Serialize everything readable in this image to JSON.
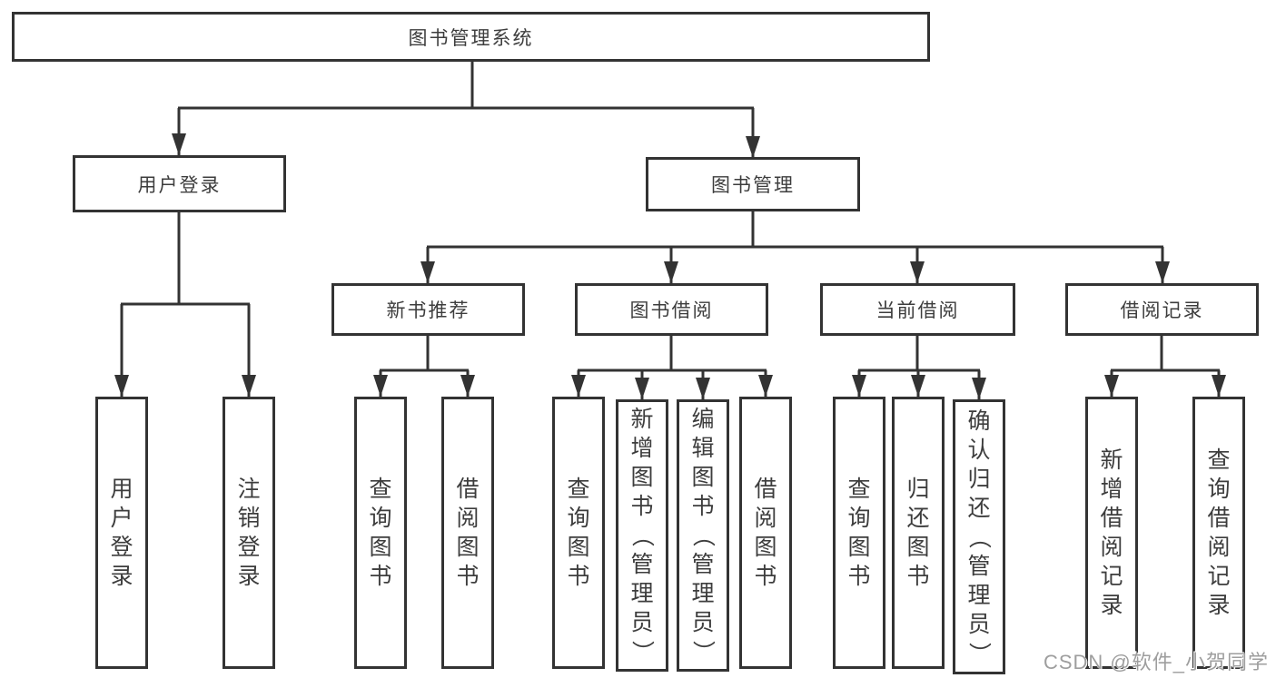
{
  "tree": {
    "label": "图书管理系统",
    "children": [
      {
        "label": "用户登录",
        "children": [
          {
            "label": "用户登录"
          },
          {
            "label": "注销登录"
          }
        ]
      },
      {
        "label": "图书管理",
        "children": [
          {
            "label": "新书推荐",
            "children": [
              {
                "label": "查询图书"
              },
              {
                "label": "借阅图书"
              }
            ]
          },
          {
            "label": "图书借阅",
            "children": [
              {
                "label": "查询图书"
              },
              {
                "label": "新增图书（管理员）"
              },
              {
                "label": "编辑图书（管理员）"
              },
              {
                "label": "借阅图书"
              }
            ]
          },
          {
            "label": "当前借阅",
            "children": [
              {
                "label": "查询图书"
              },
              {
                "label": "归还图书"
              },
              {
                "label": "确认归还（管理员）"
              }
            ]
          },
          {
            "label": "借阅记录",
            "children": [
              {
                "label": "新增借阅记录"
              },
              {
                "label": "查询借阅记录"
              }
            ]
          }
        ]
      }
    ]
  },
  "watermark": "CSDN @软件_小贺同学",
  "colors": {
    "line": "#333333",
    "text": "#3d3d3d",
    "watermark": "#9e9e9e",
    "background": "#ffffff"
  }
}
